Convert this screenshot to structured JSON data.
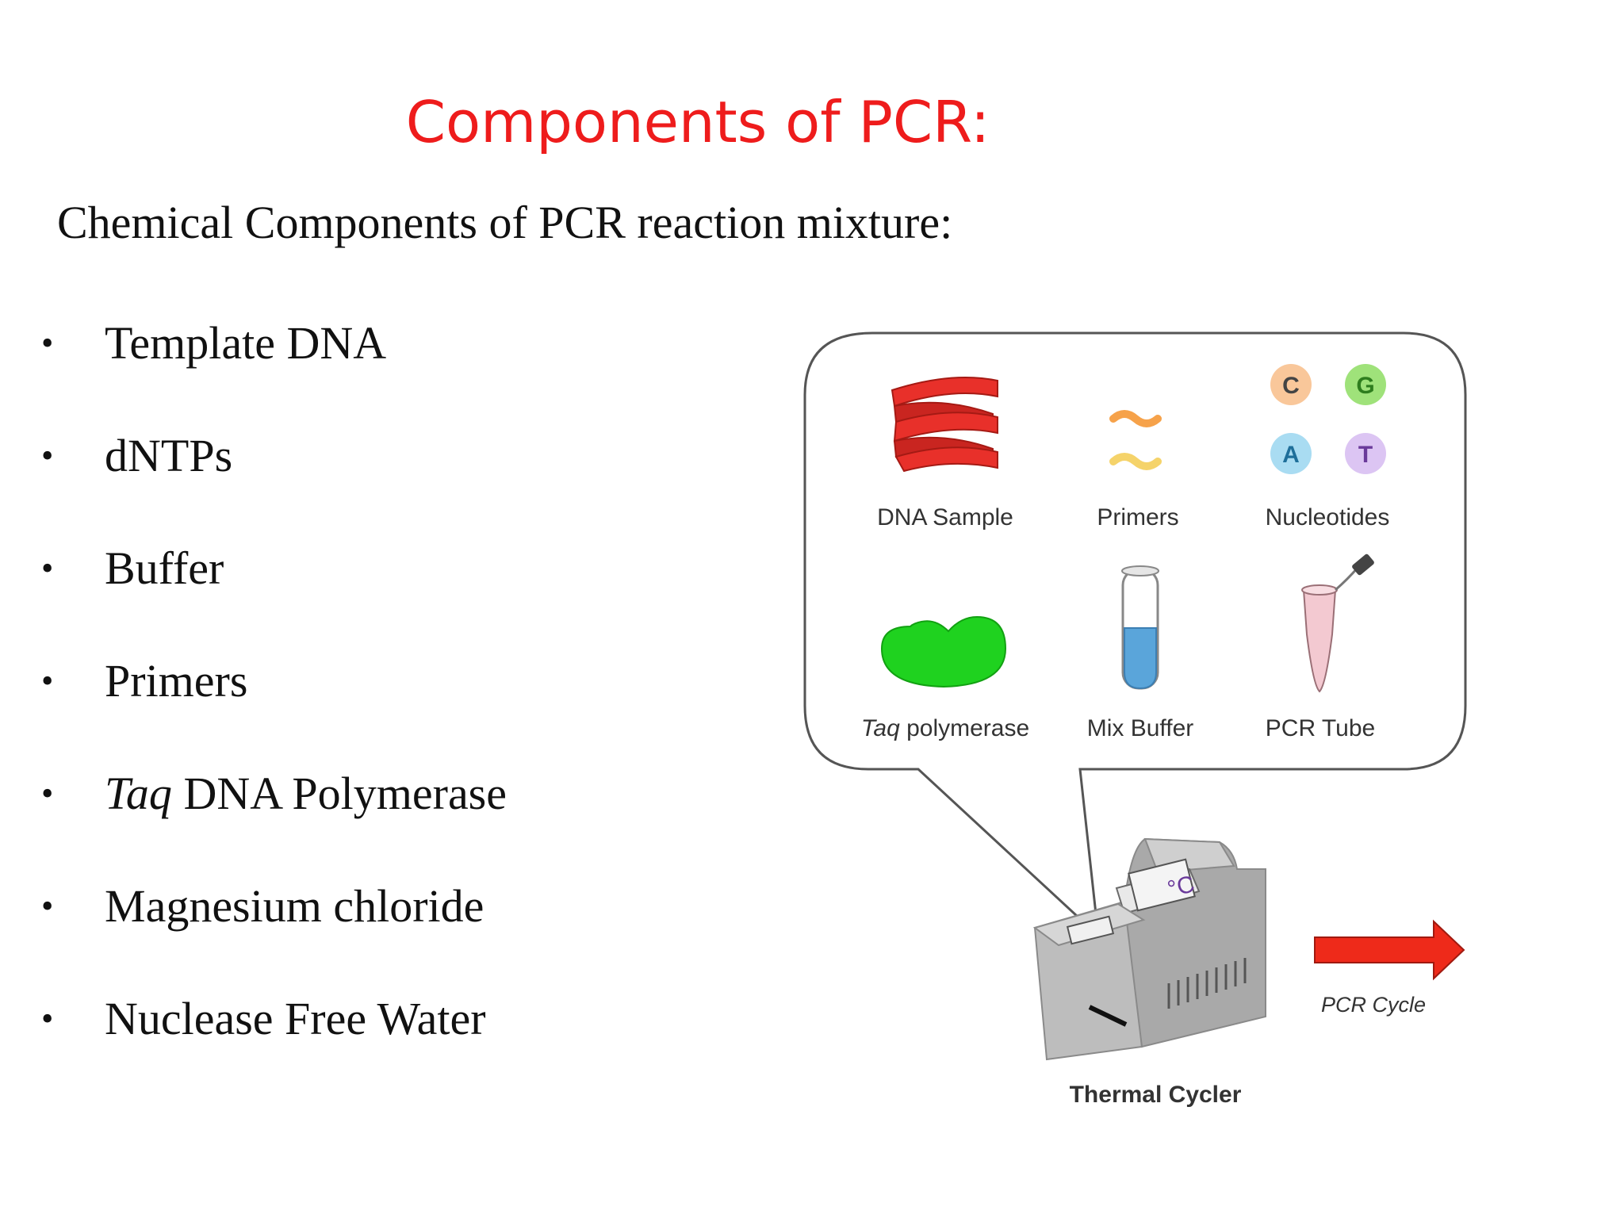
{
  "slide": {
    "title": "Components of PCR:",
    "subtitle": "Chemical Components of PCR reaction mixture:",
    "bullet_char": "•",
    "bullets": [
      {
        "text": "Template DNA"
      },
      {
        "text": "dNTPs"
      },
      {
        "text": "Buffer"
      },
      {
        "text": "Primers"
      },
      {
        "italic": "Taq",
        "text": " DNA Polymerase"
      },
      {
        "text": "Magnesium chloride"
      },
      {
        "text": "Nuclease Free Water"
      }
    ],
    "title_color": "#ee1c1c"
  },
  "figure": {
    "components": {
      "dna_sample": "DNA Sample",
      "primers": "Primers",
      "nucleotides": "Nucleotides",
      "taq_italic": "Taq",
      "taq_rest": " polymerase",
      "mix_buffer": "Mix Buffer",
      "pcr_tube": "PCR Tube"
    },
    "nucleotide_letters": {
      "c": "C",
      "g": "G",
      "a": "A",
      "t": "T"
    },
    "display_unit": "°C",
    "machine_label": "Thermal Cycler",
    "arrow_label": "PCR Cycle"
  }
}
